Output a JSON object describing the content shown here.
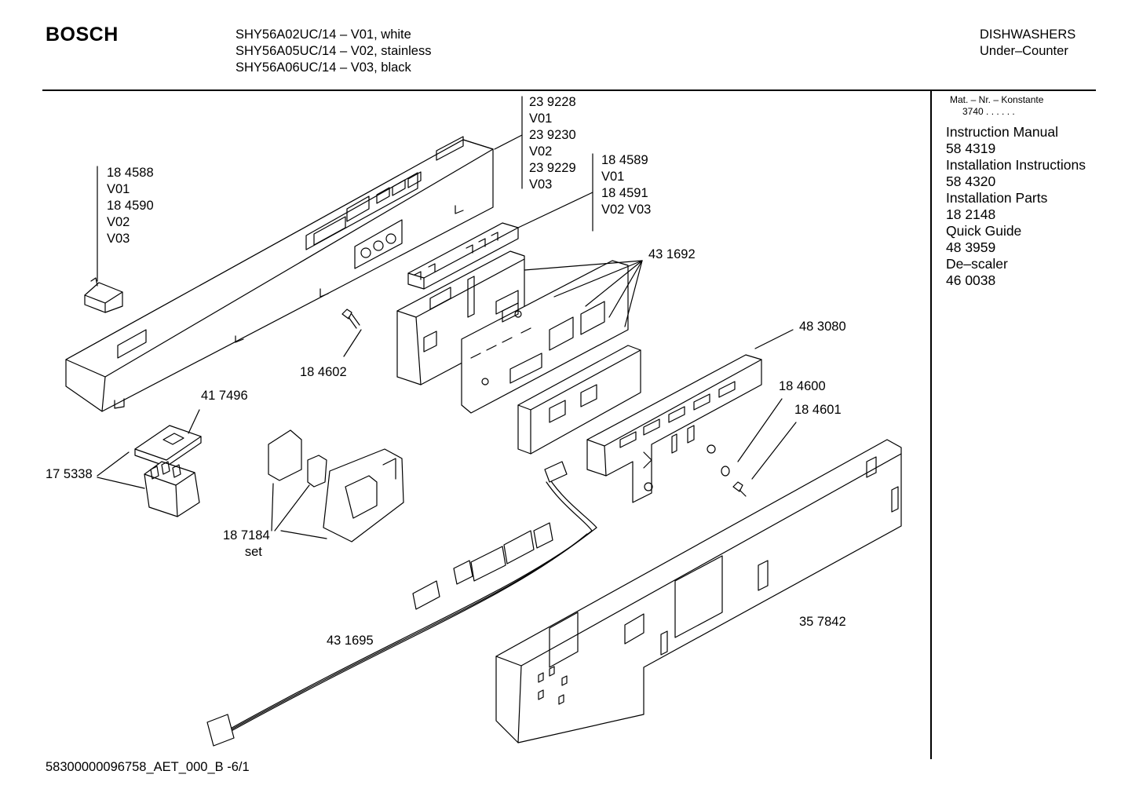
{
  "header": {
    "brand": "BOSCH",
    "models": [
      "SHY56A02UC/14 – V01, white",
      "SHY56A05UC/14 – V02, stainless",
      "SHY56A06UC/14 – V03, black"
    ],
    "category": [
      "DISHWASHERS",
      "Under–Counter"
    ]
  },
  "sidebar": {
    "mat_label": "Mat. – Nr. – Konstante",
    "mat_value": "3740 .  .  .  .  .  .",
    "documents": [
      "Instruction Manual",
      "58 4319",
      "Installation Instructions",
      "58 4320",
      "Installation Parts",
      "18 2148",
      "Quick Guide",
      "48 3959",
      "De–scaler",
      "46 0038"
    ]
  },
  "parts": {
    "p239228": [
      "23 9228",
      "V01",
      "23 9230",
      "V02",
      "23 9229",
      "V03"
    ],
    "p184589": [
      "18 4589",
      "V01",
      "18 4591",
      "V02 V03"
    ],
    "p184588": [
      "18 4588",
      "V01",
      "18 4590",
      "V02",
      "V03"
    ],
    "p431692": "43 1692",
    "p184602": "18 4602",
    "p483080": "48 3080",
    "p184600": "18 4600",
    "p184601": "18 4601",
    "p417496": "41 7496",
    "p175338": "17 5338",
    "p187184": [
      "18 7184",
      "set"
    ],
    "p431695": "43 1695",
    "p357842": "35 7842"
  },
  "footer": {
    "doc_id": "58300000096758_AET_000_B  -6/1"
  },
  "colors": {
    "line": "#000000",
    "background": "#ffffff"
  }
}
